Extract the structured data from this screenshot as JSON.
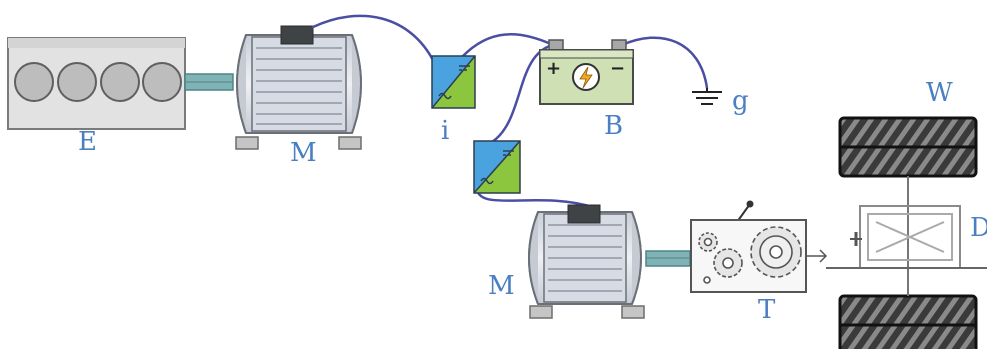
{
  "labels": {
    "engine": "E",
    "motor_top": "M",
    "inverter_top": "i",
    "battery": "B",
    "ground": "g",
    "wheels": "W",
    "differential": "D",
    "motor_bottom": "M",
    "transmission": "T"
  },
  "battery_symbols": {
    "plus": "+",
    "minus": "−"
  },
  "colors": {
    "label": "#4a7fc1",
    "wire": "#4b4fa3",
    "motor_body": "#dfe3ea",
    "battery_body": "#cfe0b4",
    "inverter_dc": "#8cc63f",
    "inverter_ac": "#4aa3df",
    "engine_block": "#e2e2e2"
  }
}
